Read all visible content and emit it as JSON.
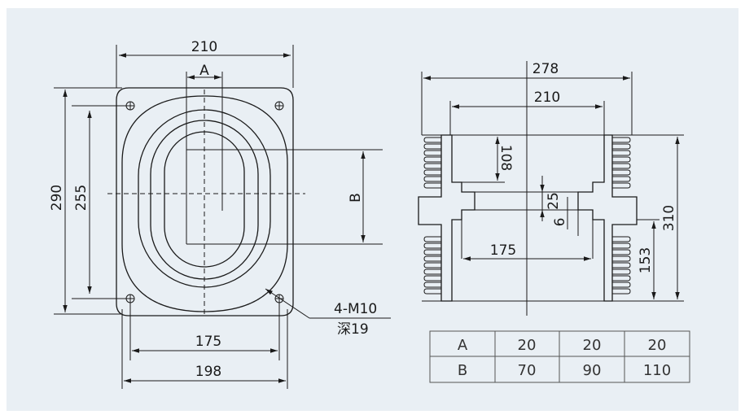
{
  "front_view": {
    "dims": {
      "overall_width": "210",
      "slot_width": "A",
      "slot_height": "B",
      "overall_height": "290",
      "hole_pitch_vertical": "255",
      "hole_pitch_horizontal": "175",
      "base_width": "198"
    },
    "hole_note": {
      "thread": "4-M10",
      "depth": "深19"
    }
  },
  "section_view": {
    "dims": {
      "flange_width": "278",
      "body_width": "210",
      "upper_depth": "108",
      "flange_thickness": "25",
      "step": "6",
      "bore": "175",
      "lower_height": "153",
      "overall_height": "310"
    }
  },
  "table": {
    "rows": [
      {
        "label": "A",
        "values": [
          "20",
          "20",
          "20"
        ]
      },
      {
        "label": "B",
        "values": [
          "70",
          "90",
          "110"
        ]
      }
    ]
  },
  "colors": {
    "background": "#e9eff4",
    "line": "#1a1a1a"
  }
}
